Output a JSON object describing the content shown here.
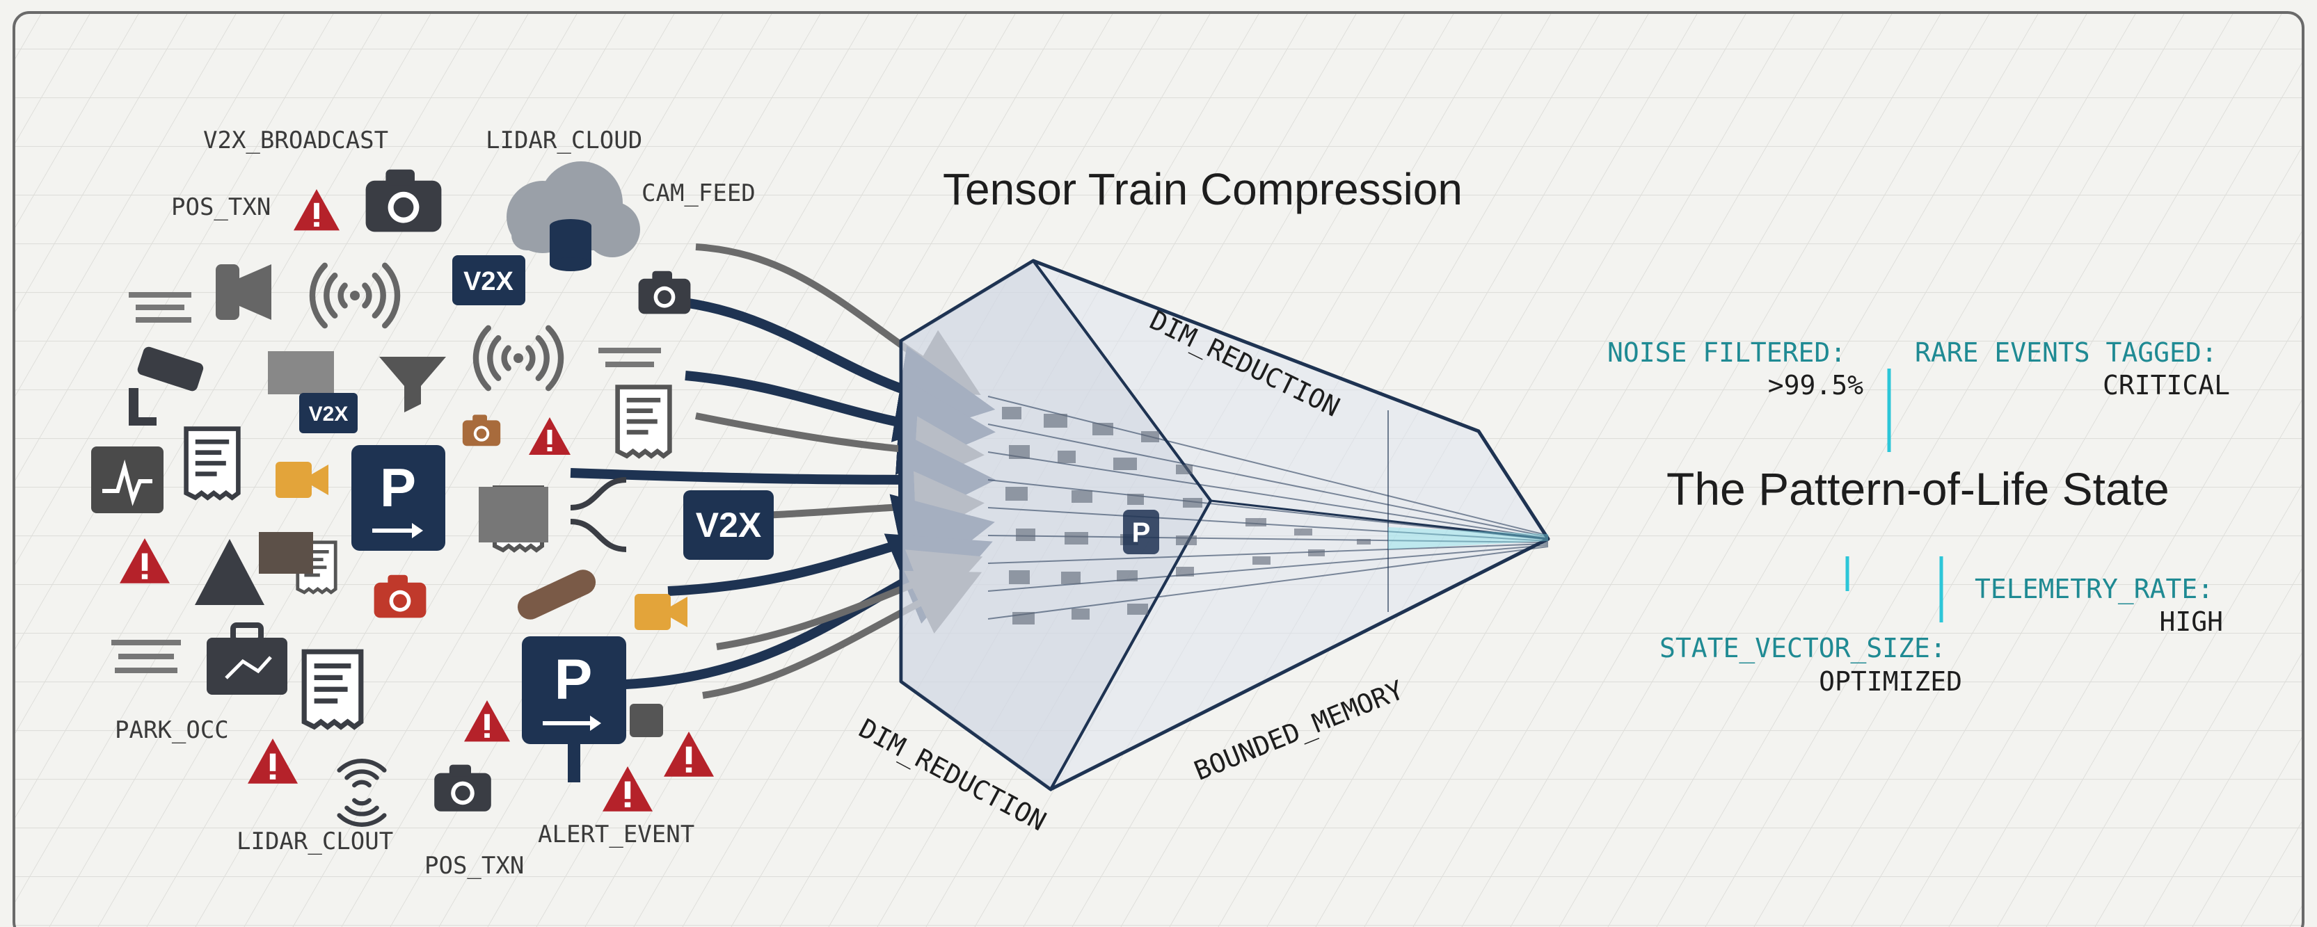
{
  "title": "Tensor Train Compression",
  "output_title": "The Pattern-of-Life State",
  "source_labels": {
    "v2x_broadcast": "V2X_BROADCAST",
    "lidar_cloud": "LIDAR_CLOUD",
    "pos_txn_top": "POS_TXN",
    "cam_feed": "CAM_FEED",
    "park_occ": "PARK_OCC",
    "lidar_cout": "LIDAR_CLOUT",
    "pos_txn_bottom": "POS_TXN",
    "alert_event": "ALERT_EVENT"
  },
  "icon_text": {
    "v2x": "V2X",
    "parking": "P"
  },
  "prism_labels": {
    "dim_reduction_top": "DIM_REDUCTION",
    "dim_reduction_bottom": "DIM_REDUCTION",
    "bounded_memory": "BOUNDED_MEMORY"
  },
  "metrics": {
    "noise": {
      "label": "NOISE FILTERED:",
      "value": ">99.5%"
    },
    "rare": {
      "label": "RARE EVENTS TAGGED:",
      "value": "CRITICAL"
    },
    "telemetry": {
      "label": "TELEMETRY_RATE:",
      "value": "HIGH"
    },
    "state_vector": {
      "label": "STATE_VECTOR_SIZE:",
      "value": "OPTIMIZED"
    }
  },
  "colors": {
    "navy": "#1e3352",
    "gray": "#666666",
    "alert_red": "#b5222a",
    "camera_orange": "#e3a43a",
    "beam_cyan": "#2cc6d8",
    "teal_text": "#1f8a93",
    "panel_border": "#6a6a6a"
  }
}
